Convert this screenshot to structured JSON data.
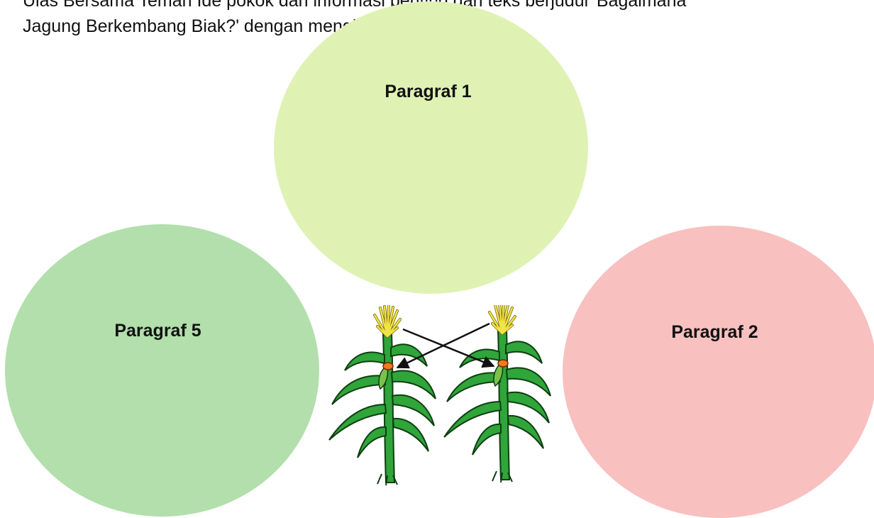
{
  "instruction": {
    "line1": "Ulas Bersama Teman Ide pokok dan informasi penting dari teks berjudul 'Bagaimana",
    "line2": "Jagung Berkembang Biak?' dengan mengisi diagram berikut."
  },
  "diagram": {
    "top_circle": {
      "label": "Paragraf 1",
      "color": "#dff2b4"
    },
    "left_circle": {
      "label": "Paragraf 5",
      "color": "#b2dfac"
    },
    "right_circle": {
      "label": "Paragraf 2",
      "color": "#f8c0bf"
    },
    "illustration": "two-corn-plants-with-pollination-arrows"
  },
  "colors": {
    "stalk": "#2fa53a",
    "stalk_outline": "#0e3e12",
    "tassel": "#f2e447",
    "cob": "#f07a1e",
    "arrow": "#111111"
  }
}
